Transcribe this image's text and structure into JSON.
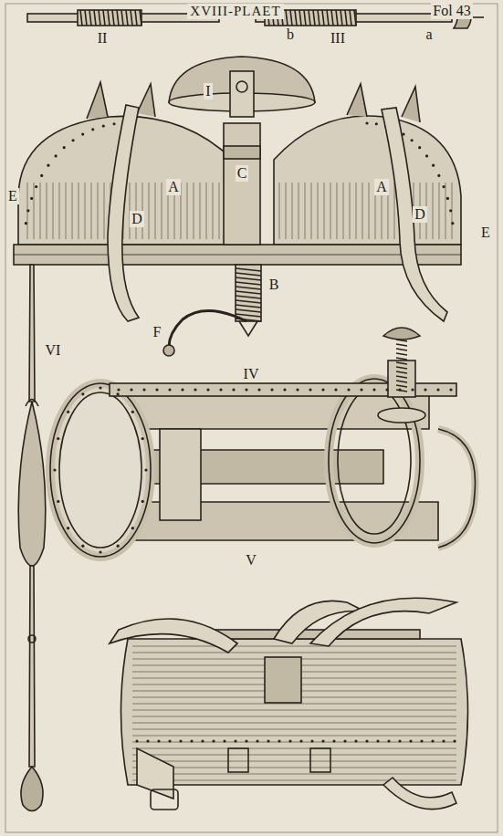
{
  "diagram": {
    "title": "XVIII-PLAET",
    "labels": [
      "Fol 43",
      "II",
      "III",
      "b",
      "a",
      "I",
      "C",
      "A",
      "A",
      "D",
      "D",
      "E",
      "E",
      "B",
      "F",
      "VI",
      "IV",
      "V"
    ]
  }
}
